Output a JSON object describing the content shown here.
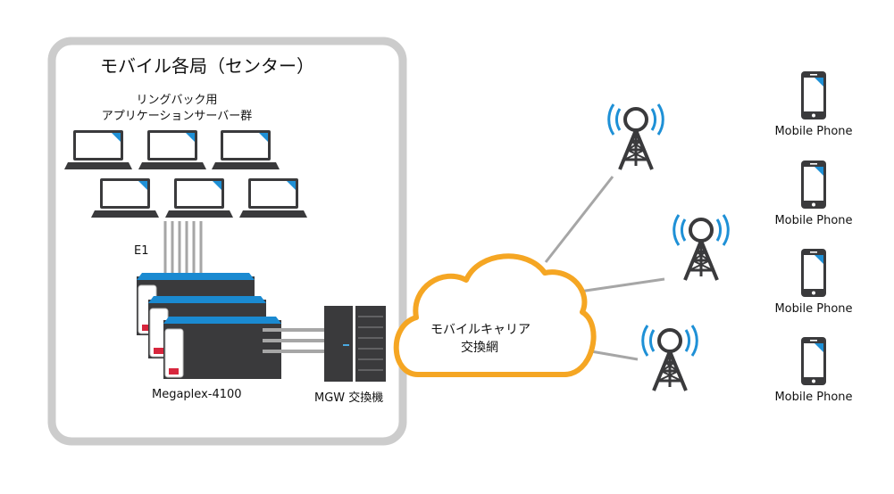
{
  "center": {
    "title": "モバイル各局（センター）",
    "ringback_line1": "リングバック用",
    "ringback_line2": "アプリケーションサーバー群",
    "e1_label": "E1",
    "megaplex_label": "Megaplex-4100",
    "mgw_label": "MGW 交換機"
  },
  "carrier_network": {
    "line1": "モバイルキャリア",
    "line2": "交換網"
  },
  "phones": [
    {
      "label": "Mobile Phone"
    },
    {
      "label": "Mobile Phone"
    },
    {
      "label": "Mobile Phone"
    },
    {
      "label": "Mobile Phone"
    }
  ],
  "icons": {
    "laptop": "laptop-icon",
    "tower": "cell-tower-icon",
    "phone": "mobile-phone-icon",
    "mux": "megaplex-device-icon",
    "switch": "mgw-switch-icon",
    "cloud": "cloud-icon"
  },
  "colors": {
    "frame": "#cccccc",
    "cloud": "#f5a623",
    "accent_blue": "#1e90d6",
    "device_dark": "#3a3a3c",
    "link_gray": "#a6a6a6",
    "brand_red": "#d7263d"
  }
}
